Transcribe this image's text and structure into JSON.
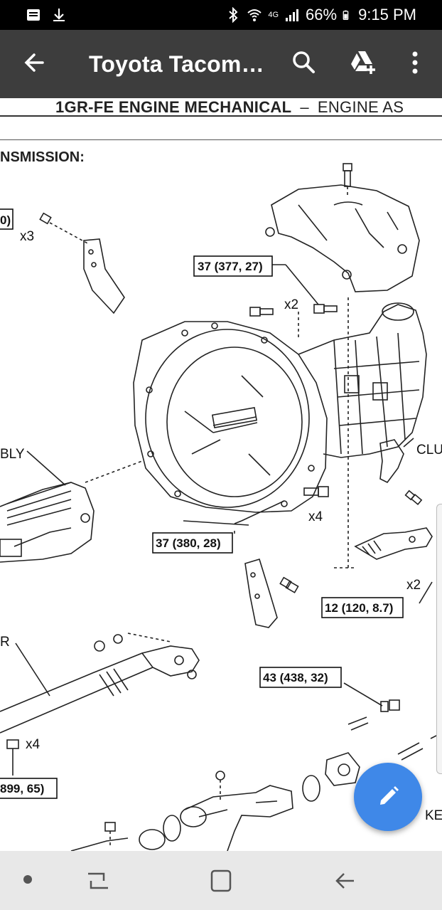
{
  "status_bar": {
    "battery": "66%",
    "time": "9:15 PM",
    "network": "4G",
    "icons": [
      "notification-icon",
      "download-icon",
      "bluetooth-icon",
      "wifi-icon",
      "signal-icon",
      "battery-icon"
    ]
  },
  "app_bar": {
    "title": "Toyota Tacom…",
    "icons": [
      "back-arrow-icon",
      "search-icon",
      "drive-add-icon",
      "more-vert-icon"
    ]
  },
  "document": {
    "header_main": "1GR-FE ENGINE MECHANICAL",
    "header_dash": "–",
    "header_sub": "ENGINE AS",
    "section_heading": "NSMISSION:",
    "labels": {
      "l1": "0)",
      "l2": "x3",
      "l3": "37 (377, 27)",
      "l4": "x2",
      "l5": "BLY",
      "l6": "CLU",
      "l7": "x4",
      "l8": "37 (380, 28)",
      "l9": "x2",
      "l10": "12 (120, 8.7)",
      "l11": "R",
      "l12": "43 (438, 32)",
      "l13": "x4",
      "l14": "899, 65)",
      "l15": "KE"
    }
  },
  "fab": {
    "icon": "pencil-edit-icon"
  },
  "nav_bar": {
    "icons": [
      "nav-dot-icon",
      "recents-icon",
      "home-icon",
      "back-icon"
    ]
  },
  "colors": {
    "app_bar": "#3d3d3d",
    "fab": "#3f88e8",
    "nav_bar": "#e8e8e8"
  }
}
